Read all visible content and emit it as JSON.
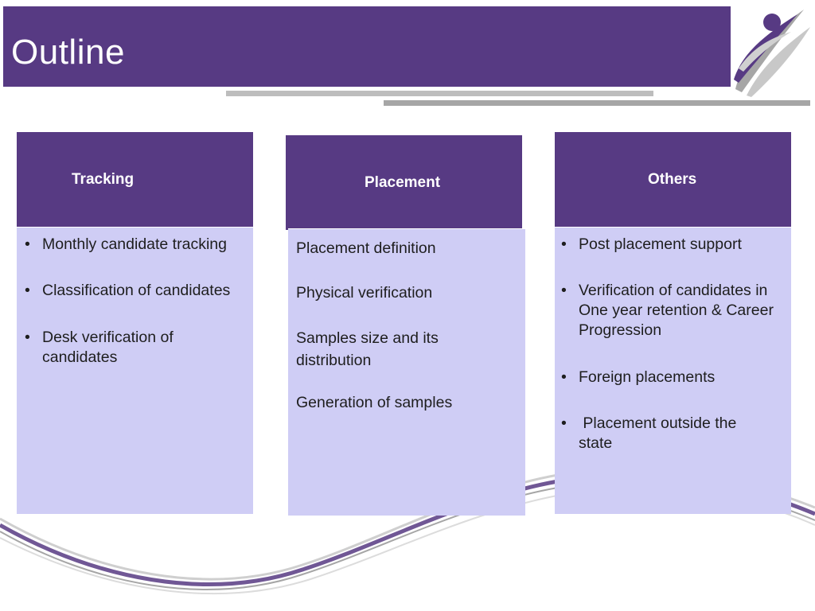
{
  "header": {
    "title": "Outline"
  },
  "colors": {
    "accent": "#573a83",
    "panel": "#cfcdf5"
  },
  "logo": {
    "icon": "person-swoosh-logo"
  },
  "columns": [
    {
      "heading": "Tracking",
      "items": [
        "Monthly candidate tracking",
        "Classification of candidates",
        "Desk verification of candidates"
      ]
    },
    {
      "heading": "Placement",
      "items": [
        "Placement definition",
        "Physical verification",
        "Samples size and its distribution",
        "Generation of samples"
      ]
    },
    {
      "heading": "Others",
      "items": [
        "Post placement support",
        "Verification of candidates in One year retention & Career Progression",
        "Foreign placements",
        " Placement outside the state"
      ]
    }
  ]
}
